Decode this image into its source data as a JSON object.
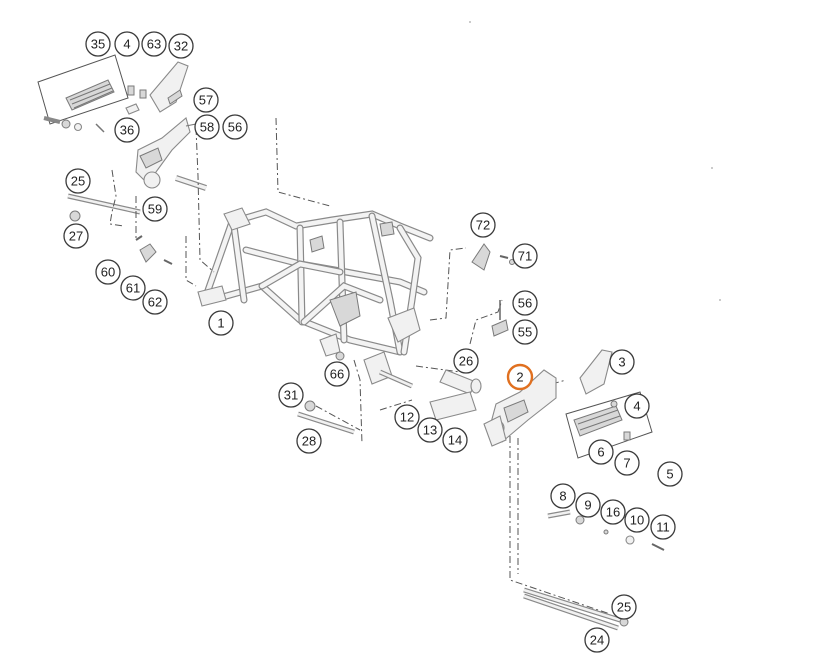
{
  "diagram": {
    "highlight_color": "#e07020",
    "highlighted_callout": "2",
    "callouts": [
      "35",
      "4",
      "63",
      "32",
      "57",
      "58",
      "56",
      "36",
      "25",
      "27",
      "59",
      "60",
      "61",
      "62",
      "1",
      "72",
      "71",
      "56",
      "55",
      "26",
      "66",
      "2",
      "3",
      "4",
      "31",
      "12",
      "13",
      "14",
      "28",
      "6",
      "7",
      "5",
      "8",
      "9",
      "16",
      "10",
      "11",
      "25",
      "24"
    ]
  }
}
